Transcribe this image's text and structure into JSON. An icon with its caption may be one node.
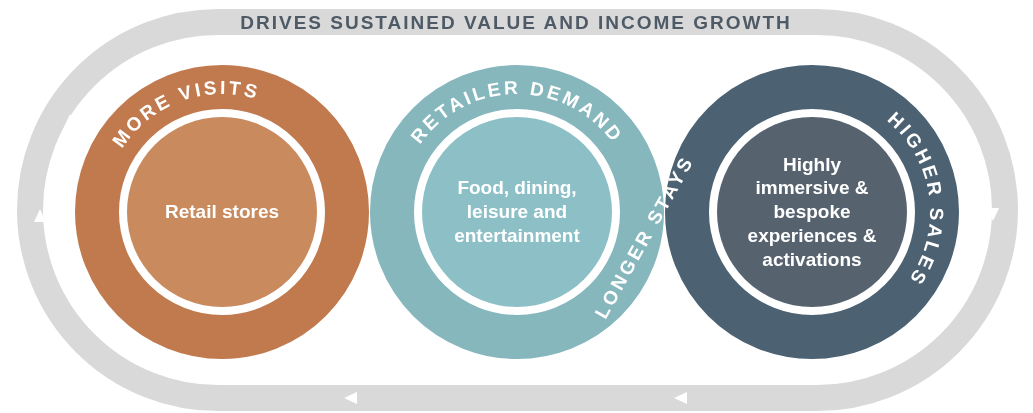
{
  "diagram": {
    "title": "DRIVES SUSTAINED VALUE AND INCOME GROWTH",
    "nodes": [
      {
        "text": [
          "Retail stores"
        ]
      },
      {
        "text": [
          "Food, dining, leisure and entertainment"
        ]
      },
      {
        "text": [
          "Highly immersive & bespoke experiences & activations"
        ]
      }
    ],
    "labels": [
      "MORE VISITS",
      "RETAILER DEMAND",
      "LONGER STAYS",
      "HIGHER SALES"
    ]
  }
}
